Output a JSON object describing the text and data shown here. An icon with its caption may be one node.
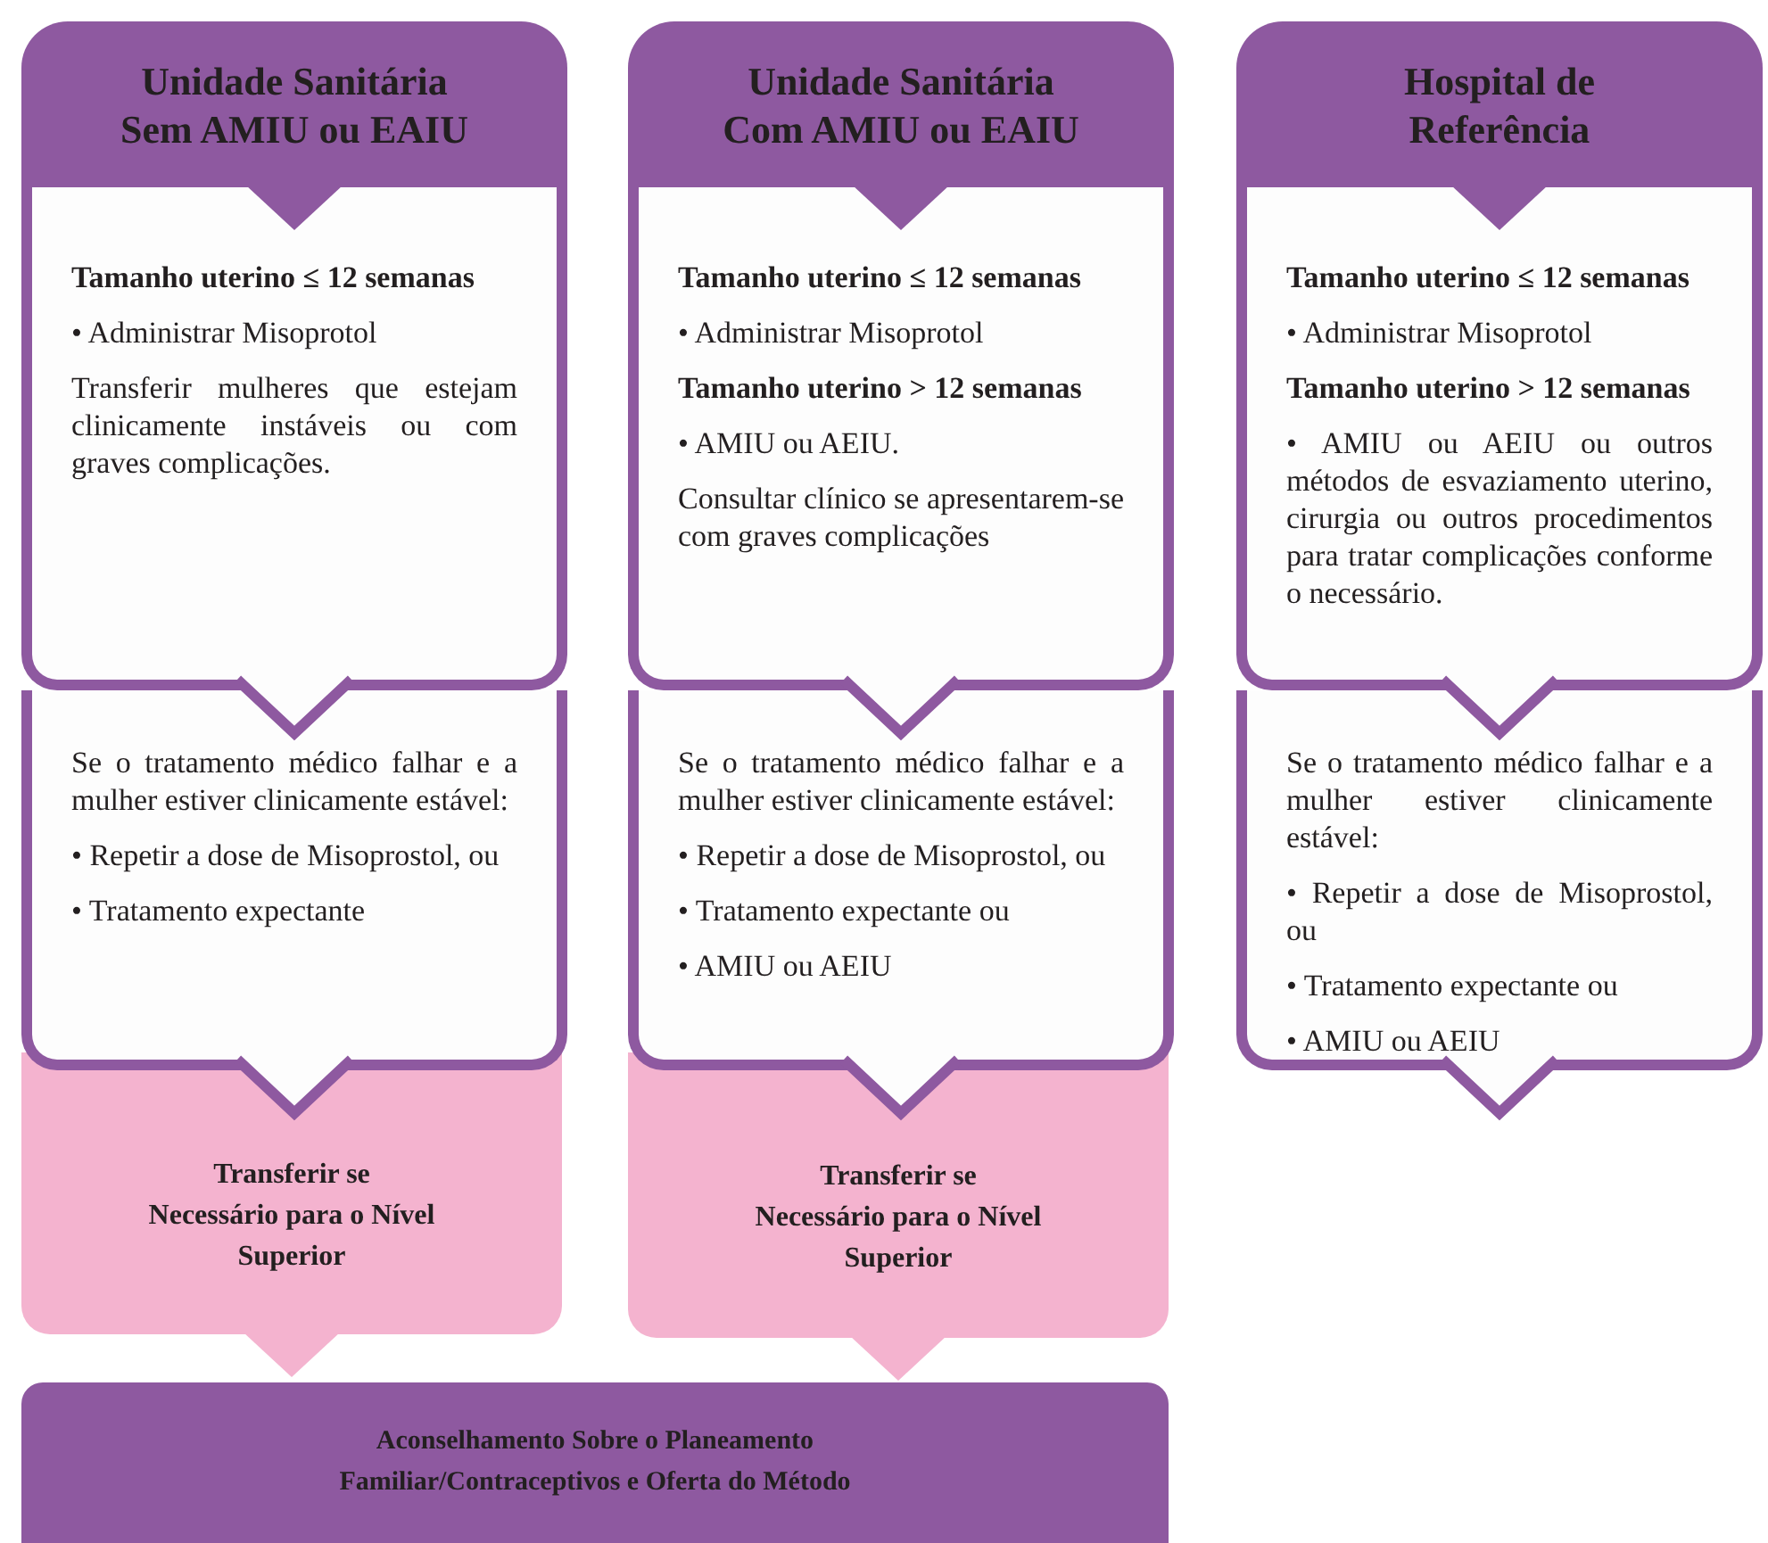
{
  "diagram": {
    "nodes": [
      {
        "text": [
          "Unidade Sanitária Sem AMIU ou EAIU"
        ]
      },
      {
        "text": [
          "**Tamanho uterino ≤ 12 semanas**",
          "• Administrar Misoprotol",
          "Transferir mulheres que estejam clinicamente instáveis ou com graves complicações."
        ]
      },
      {
        "text": [
          "Se o tratamento médico falhar e a mulher estiver clinicamente estável:",
          "• Repetir a dose de Misoprostol, ou",
          "• Tratamento expectante"
        ]
      },
      {
        "text": [
          "Transferir se Necessário para o Nível Superior"
        ]
      },
      {
        "text": [
          "Unidade Sanitária Com AMIU ou EAIU"
        ]
      },
      {
        "text": [
          "**Tamanho uterino ≤ 12 semanas**",
          "• Administrar Misoprotol",
          "**Tamanho uterino > 12 semanas**",
          "• AMIU ou AEIU.",
          "Consultar clínico se apresentarem-se com graves complicações"
        ]
      },
      {
        "text": [
          "Se o tratamento médico falhar e a mulher estiver clinicamente estável:",
          "• Repetir a dose de Misoprostol, ou",
          "• Tratamento expectante ou",
          "• AMIU ou AEIU"
        ]
      },
      {
        "text": [
          "Transferir se Necessário para o Nível Superior"
        ]
      },
      {
        "text": [
          "Hospital de Referência"
        ]
      },
      {
        "text": [
          "**Tamanho uterino ≤ 12 semanas**",
          "• Administrar Misoprotol",
          "**Tamanho uterino > 12 semanas**",
          "• AMIU ou AEIU ou outros métodos de esvaziamento uterino, cirurgia ou outros procedimentos para tratar complicações conforme o necessário."
        ]
      },
      {
        "text": [
          "Se o tratamento médico falhar e a mulher estiver clinicamente estável:",
          "• Repetir a dose de Misoprostol, ou",
          "• Tratamento expectante ou",
          "• AMIU ou AEIU"
        ]
      },
      {
        "text": [
          "Aconselhamento Sobre o Planeamento Familiar/Contraceptivos e Oferta do Método"
        ]
      }
    ]
  }
}
